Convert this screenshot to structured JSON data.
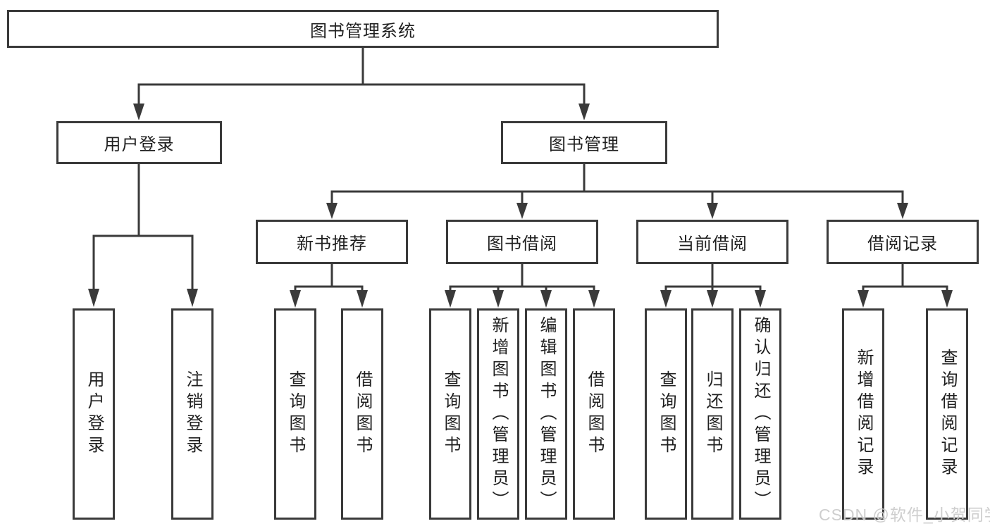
{
  "diagram": {
    "root": "图书管理系统",
    "branches": [
      {
        "label": "用户登录",
        "leaves": [
          "用户登录",
          "注销登录"
        ]
      },
      {
        "label": "图书管理",
        "sections": [
          {
            "label": "新书推荐",
            "leaves": [
              "查询图书",
              "借阅图书"
            ]
          },
          {
            "label": "图书借阅",
            "leaves": [
              "查询图书",
              "新增图书（管理员）",
              "编辑图书（管理员）",
              "借阅图书"
            ]
          },
          {
            "label": "当前借阅",
            "leaves": [
              "查询图书",
              "归还图书",
              "确认归还（管理员）"
            ]
          },
          {
            "label": "借阅记录",
            "leaves": [
              "新增借阅记录",
              "查询借阅记录"
            ]
          }
        ]
      }
    ]
  },
  "colors": {
    "line": "#3a3a3a",
    "text": "#1f1f1f",
    "watermark": "#cbcbcb",
    "background": "#ffffff"
  },
  "watermark": {
    "text": "CSDN @软件_小贺同学"
  }
}
